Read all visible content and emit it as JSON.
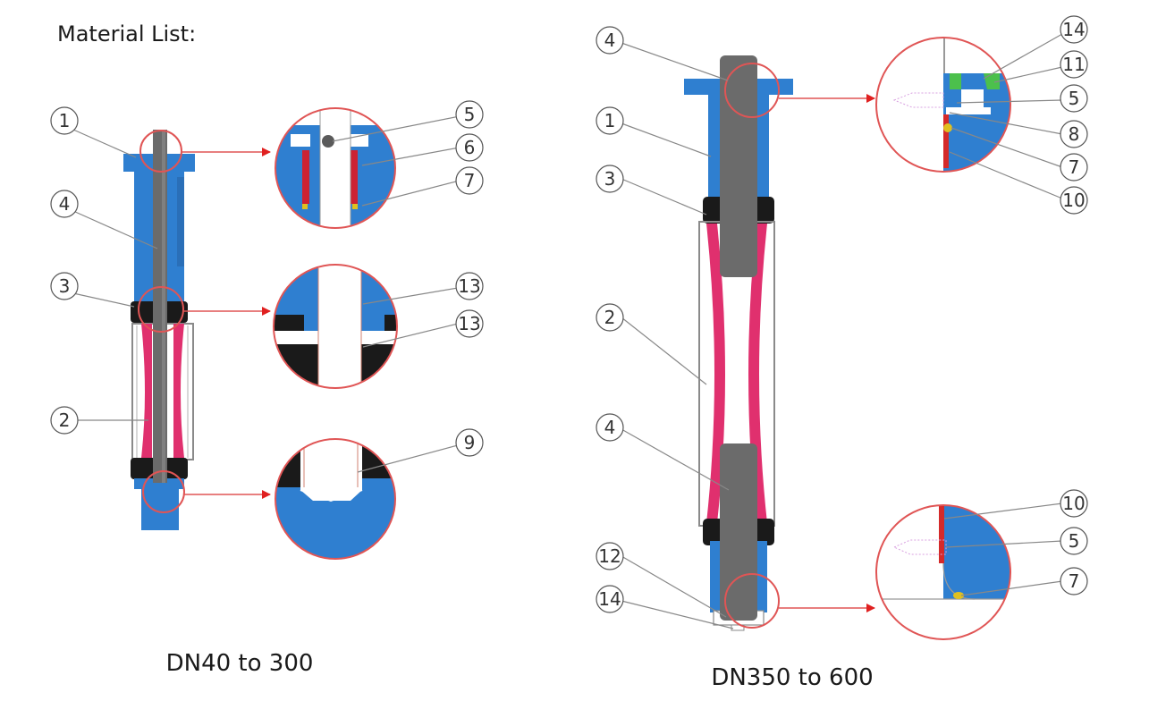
{
  "title": "Material List:",
  "captions": {
    "left": "DN40 to 300",
    "right": "DN350 to 600"
  },
  "colors": {
    "body": "#2f7fd0",
    "stem": "#6b6b6b",
    "seat": "#e0306e",
    "seal": "#1a1a1a",
    "accent_red": "#d42a2a",
    "bushing": "#cc2233",
    "oring": "#e0c020",
    "keeper": "#4cc04c",
    "callout": "#888888",
    "zoom_ring": "#e05555",
    "arrow": "#e02020"
  },
  "left_callouts": {
    "c1": "1",
    "c4": "4",
    "c3": "3",
    "c2": "2"
  },
  "left_detail_top": {
    "a": "5",
    "b": "6",
    "c": "7"
  },
  "left_detail_mid": {
    "a": "13",
    "b": "13"
  },
  "left_detail_bot": {
    "a": "9"
  },
  "right_callouts": {
    "c4a": "4",
    "c1": "1",
    "c3": "3",
    "c2": "2",
    "c4b": "4",
    "c12": "12",
    "c14": "14"
  },
  "right_detail_top": {
    "a": "14",
    "b": "11",
    "c": "5",
    "d": "8",
    "e": "7",
    "f": "10"
  },
  "right_detail_bot": {
    "a": "10",
    "b": "5",
    "c": "7"
  }
}
